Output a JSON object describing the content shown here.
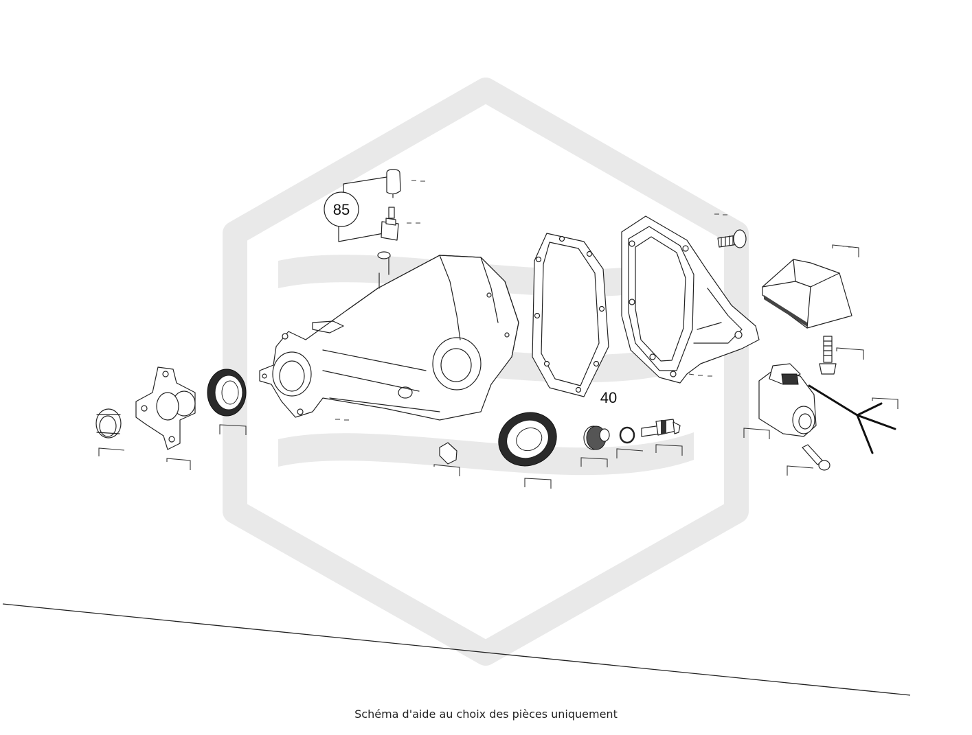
{
  "diagram": {
    "caption": "Schéma d'aide au choix des pièces uniquement",
    "callouts": [
      {
        "id": "85",
        "label": "85"
      },
      {
        "id": "40",
        "label": "40"
      }
    ],
    "watermark": {
      "color": "#e9e9e9"
    },
    "line_color": "#222222"
  }
}
